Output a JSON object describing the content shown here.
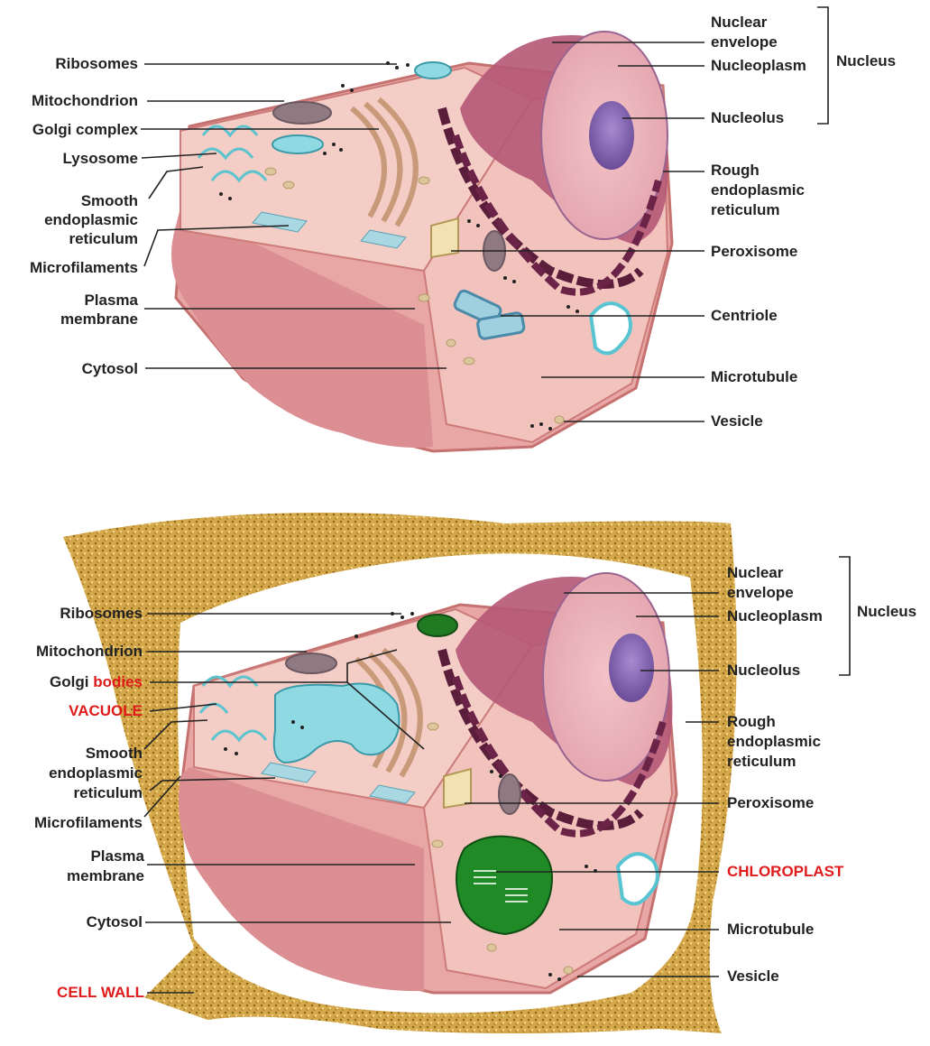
{
  "diagrams": [
    {
      "id": "animal-cell",
      "left_labels": [
        "Ribosomes",
        "Mitochondrion",
        "Golgi complex",
        "Lysosome",
        "Smooth endoplasmic reticulum",
        "Microfilaments",
        "Plasma membrane",
        "Cytosol"
      ],
      "right_labels": [
        "Nuclear envelope",
        "Nucleoplasm",
        "Nucleolus",
        "Rough endoplasmic reticulum",
        "Peroxisome",
        "Centriole",
        "Microtubule",
        "Vesicle"
      ],
      "group_label": "Nucleus"
    },
    {
      "id": "plant-cell",
      "left_labels": [
        "Ribosomes",
        "Mitochondrion",
        "Golgi",
        "bodies",
        "VACUOLE",
        "Smooth endoplasmic reticulum",
        "Microfilaments",
        "Plasma membrane",
        "Cytosol",
        "CELL WALL"
      ],
      "right_labels": [
        "Nuclear envelope",
        "Nucleoplasm",
        "Nucleolus",
        "Rough endoplasmic reticulum",
        "Peroxisome",
        "CHLOROPLAST",
        "Microtubule",
        "Vesicle"
      ],
      "group_label": "Nucleus"
    }
  ],
  "colors": {
    "label_text": "#222222",
    "highlight_red": "#e01b1b",
    "cytoplasm": "#f3c4bf",
    "membrane": "#d98a88",
    "nucleus": "#e9a9b1",
    "rough_er": "#5a1e3a",
    "chloroplast": "#1f7a22",
    "cell_wall": "#c99a2e",
    "organelle_cyan": "#7fd3dc"
  }
}
